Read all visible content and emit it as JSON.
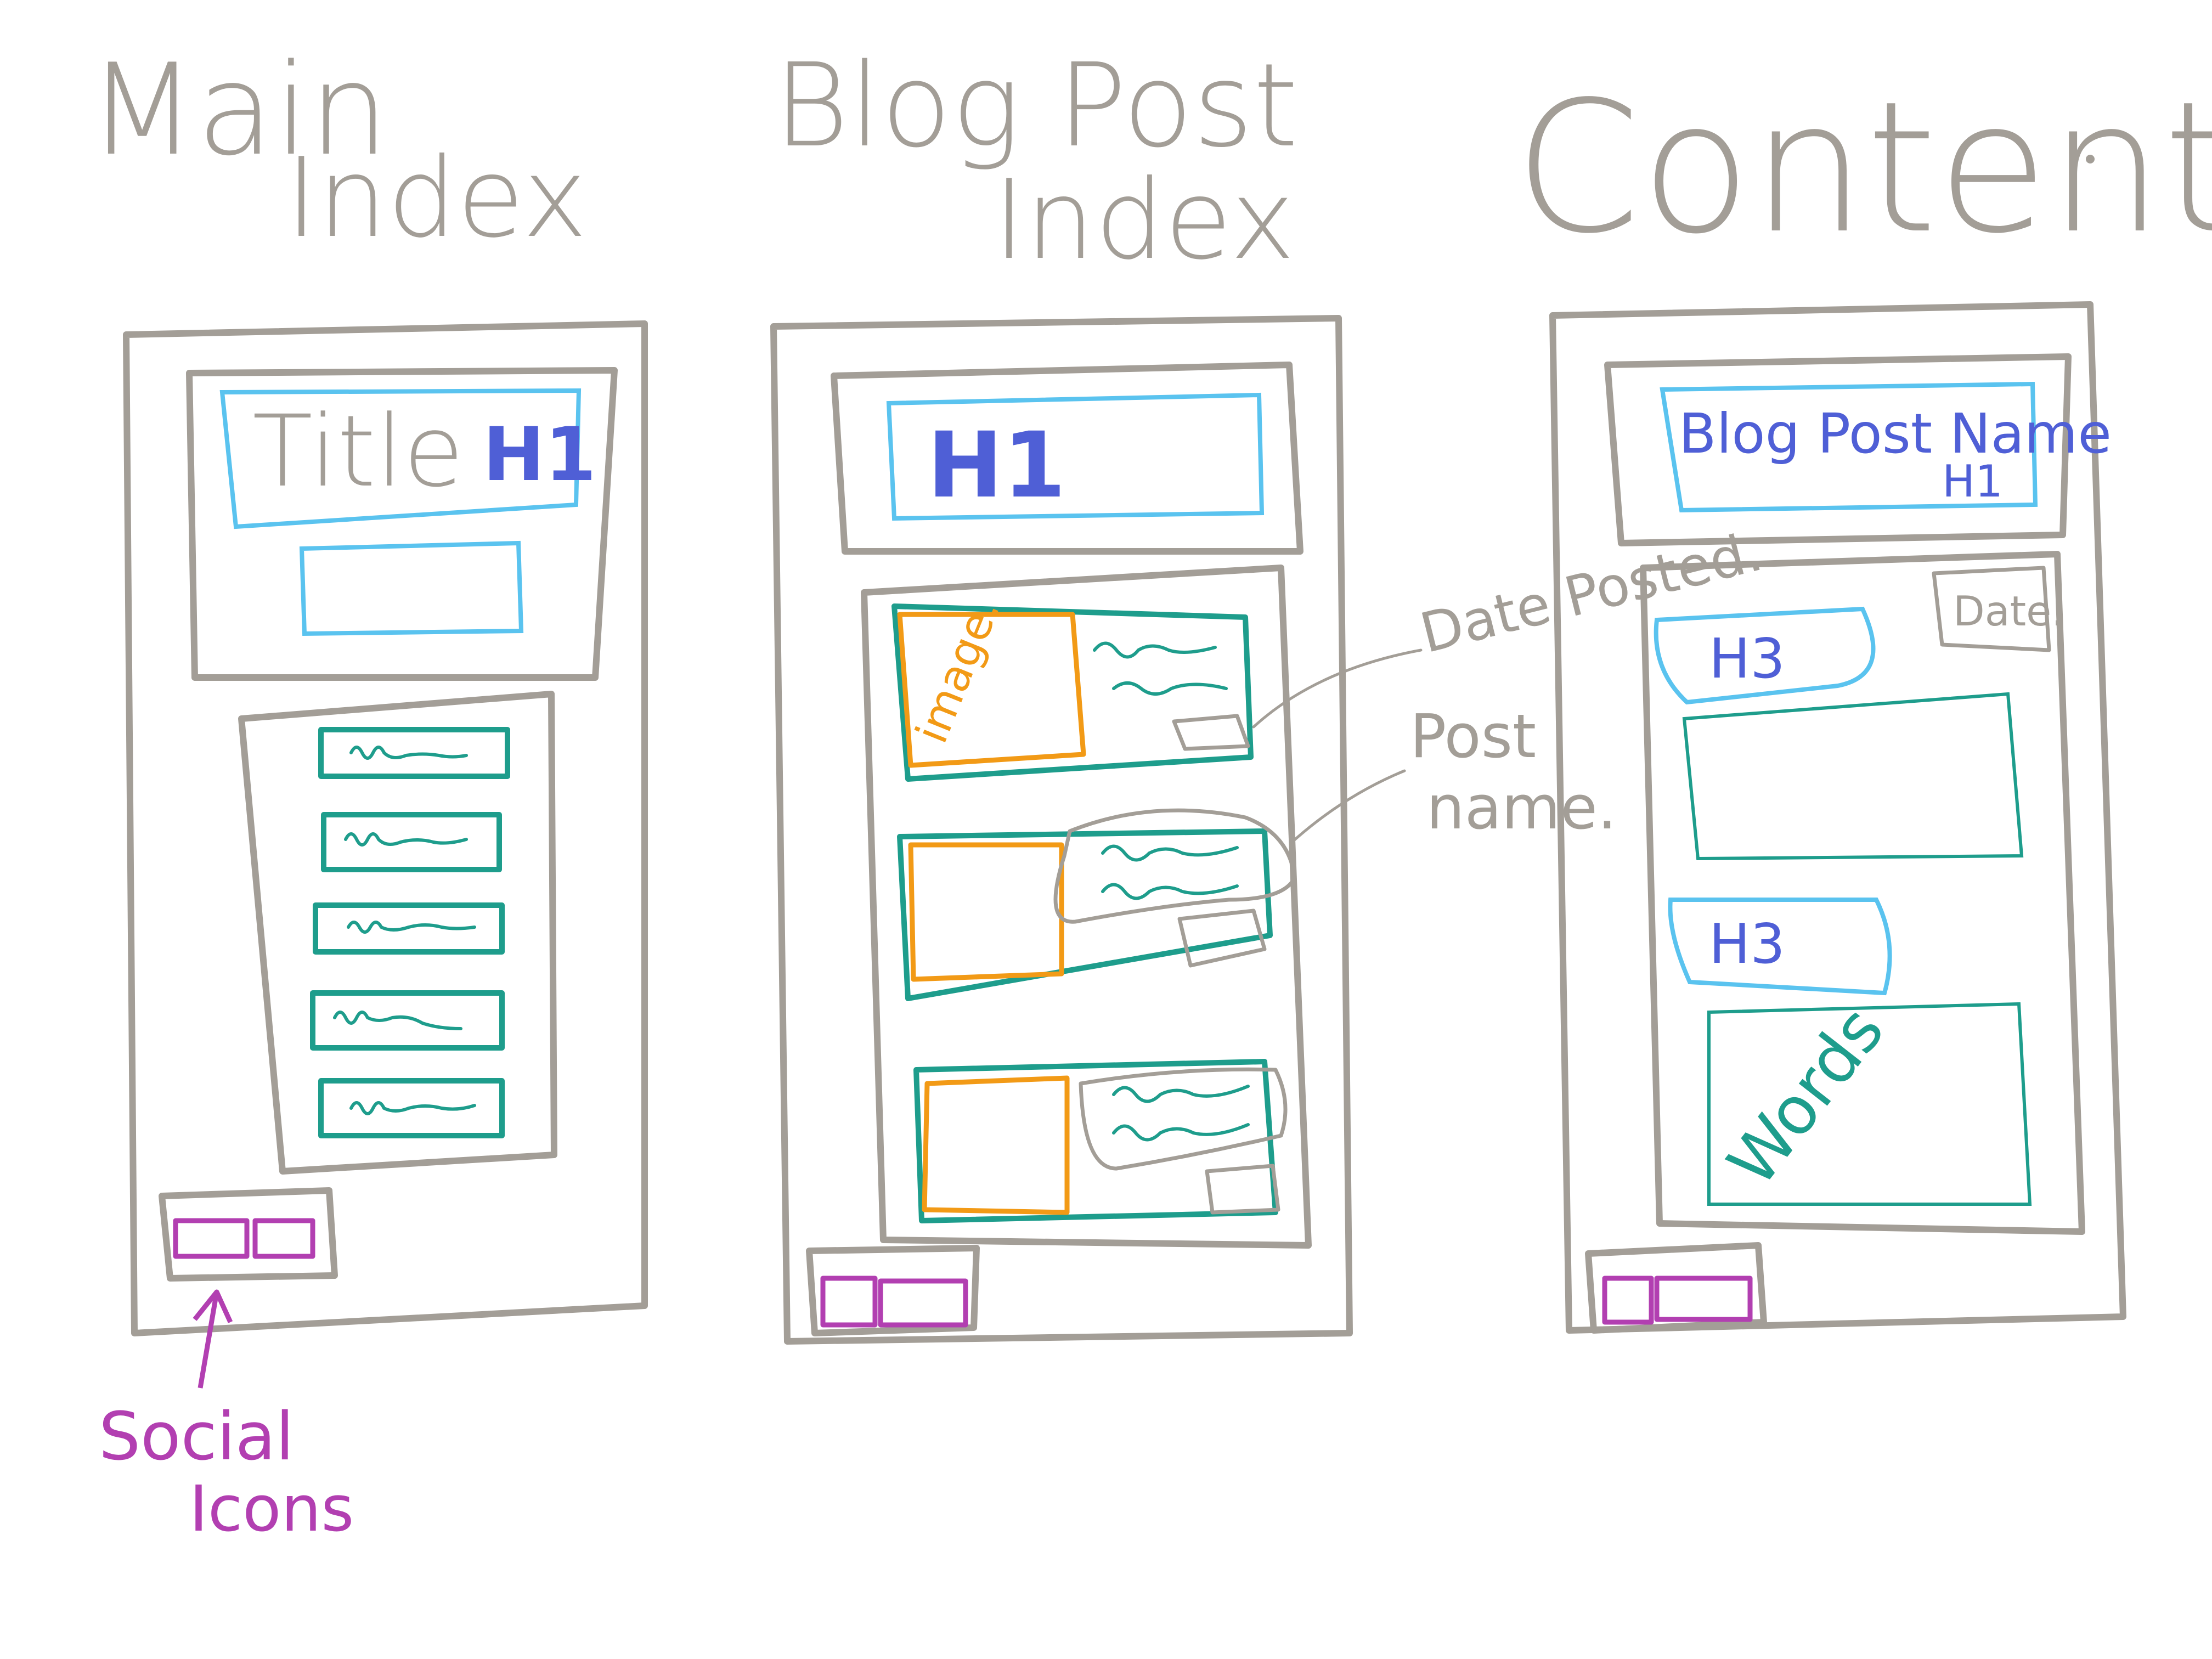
{
  "colors": {
    "frame": "#a39e97",
    "heading": "#5ac3ef",
    "heading_text": "#4f5fd6",
    "content": "#1e9d8c",
    "image": "#f29a16",
    "social": "#b23fb1",
    "annotation": "#a39e97"
  },
  "columns": {
    "main_index": {
      "title_line1": "Main",
      "title_line2": "Index",
      "header_text": "Title",
      "header_tag": "H1"
    },
    "blog_post_index": {
      "title_line1": "Blog Post",
      "title_line2": "Index",
      "header_tag": "H1",
      "image_label": "image.",
      "annotation_date": "Date Posted.",
      "annotation_post_line1": "Post",
      "annotation_post_line2": "name."
    },
    "content": {
      "title": "Content.",
      "header_text": "Blog Post Name",
      "header_tag": "H1",
      "date_label": "Date.",
      "section_tag_1": "H3",
      "section_tag_2": "H3",
      "body_label": "Words"
    }
  },
  "social_annotation": {
    "line1": "Social",
    "line2": "Icons"
  }
}
